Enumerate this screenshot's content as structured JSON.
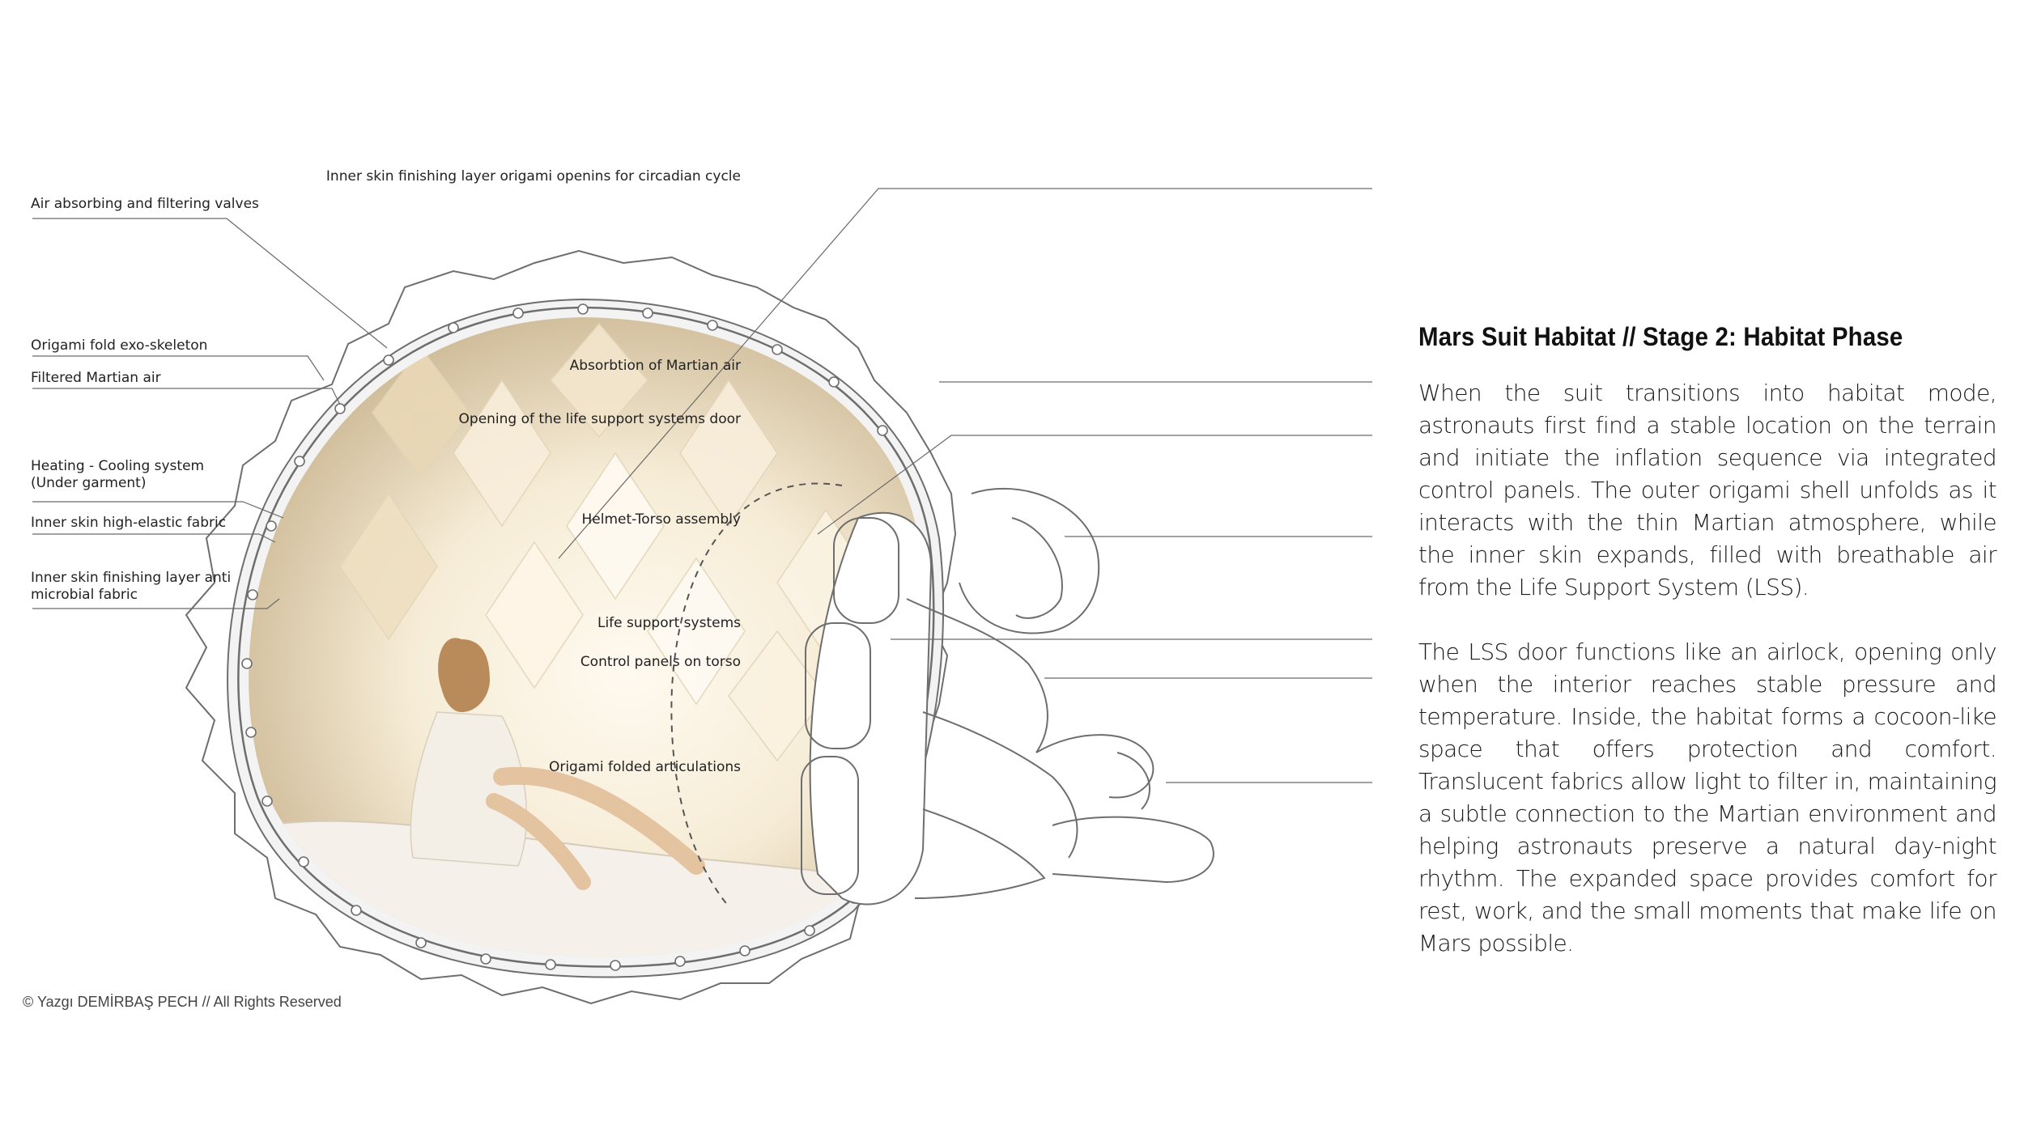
{
  "callouts_left": [
    {
      "id": "air-valves",
      "text": "Air absorbing and filtering valves"
    },
    {
      "id": "exo-skeleton",
      "text": "Origami fold exo-skeleton"
    },
    {
      "id": "filtered-air",
      "text": "Filtered Martian air"
    },
    {
      "id": "heating-cooling",
      "text": "Heating - Cooling system\n(Under garment)"
    },
    {
      "id": "inner-elastic",
      "text": "Inner skin high-elastic fabric"
    },
    {
      "id": "inner-antimicrobial",
      "text": "Inner skin finishing layer anti\nmicrobial fabric"
    }
  ],
  "callouts_right": [
    {
      "id": "origami-openings",
      "text": "Inner skin finishing layer origami openins for circadian cycle"
    },
    {
      "id": "absorption",
      "text": "Absorbtion of Martian air"
    },
    {
      "id": "lss-door",
      "text": "Opening of the life support systems door"
    },
    {
      "id": "helmet-torso",
      "text": "Helmet-Torso assembly"
    },
    {
      "id": "life-support",
      "text": "Life support systems"
    },
    {
      "id": "control-panels",
      "text": "Control panels on torso"
    },
    {
      "id": "articulations",
      "text": "Origami folded articulations"
    }
  ],
  "copyright": "© Yazgı DEMİRBAŞ PECH // All Rights Reserved",
  "panel": {
    "title": "Mars Suit Habitat // Stage 2: Habitat Phase",
    "paragraph_1": "When the suit transitions into habitat mode, astronauts first find a stable location on the terrain and initiate the inflation sequence via integrated control panels. The outer origami shell unfolds as it interacts with the thin Martian atmosphere, while the inner skin expands, filled with breathable air from the Life Support System (LSS).",
    "paragraph_2": "The LSS door functions like an airlock, opening only when the interior reaches stable pressure and temperature. Inside, the habitat forms a cocoon-like space that offers protection and comfort. Translucent fabrics allow light to filter in, maintaining a subtle connection to the Martian environment and helping astronauts preserve a natural day-night rhythm. The expanded space provides comfort for rest, work, and the small moments that make life on Mars possible."
  },
  "colors": {
    "interior_glow": "#f6ecd6",
    "interior_shadow": "#c9b48f",
    "shell_stroke": "#6e6e6e",
    "text": "#1a1a1a"
  }
}
